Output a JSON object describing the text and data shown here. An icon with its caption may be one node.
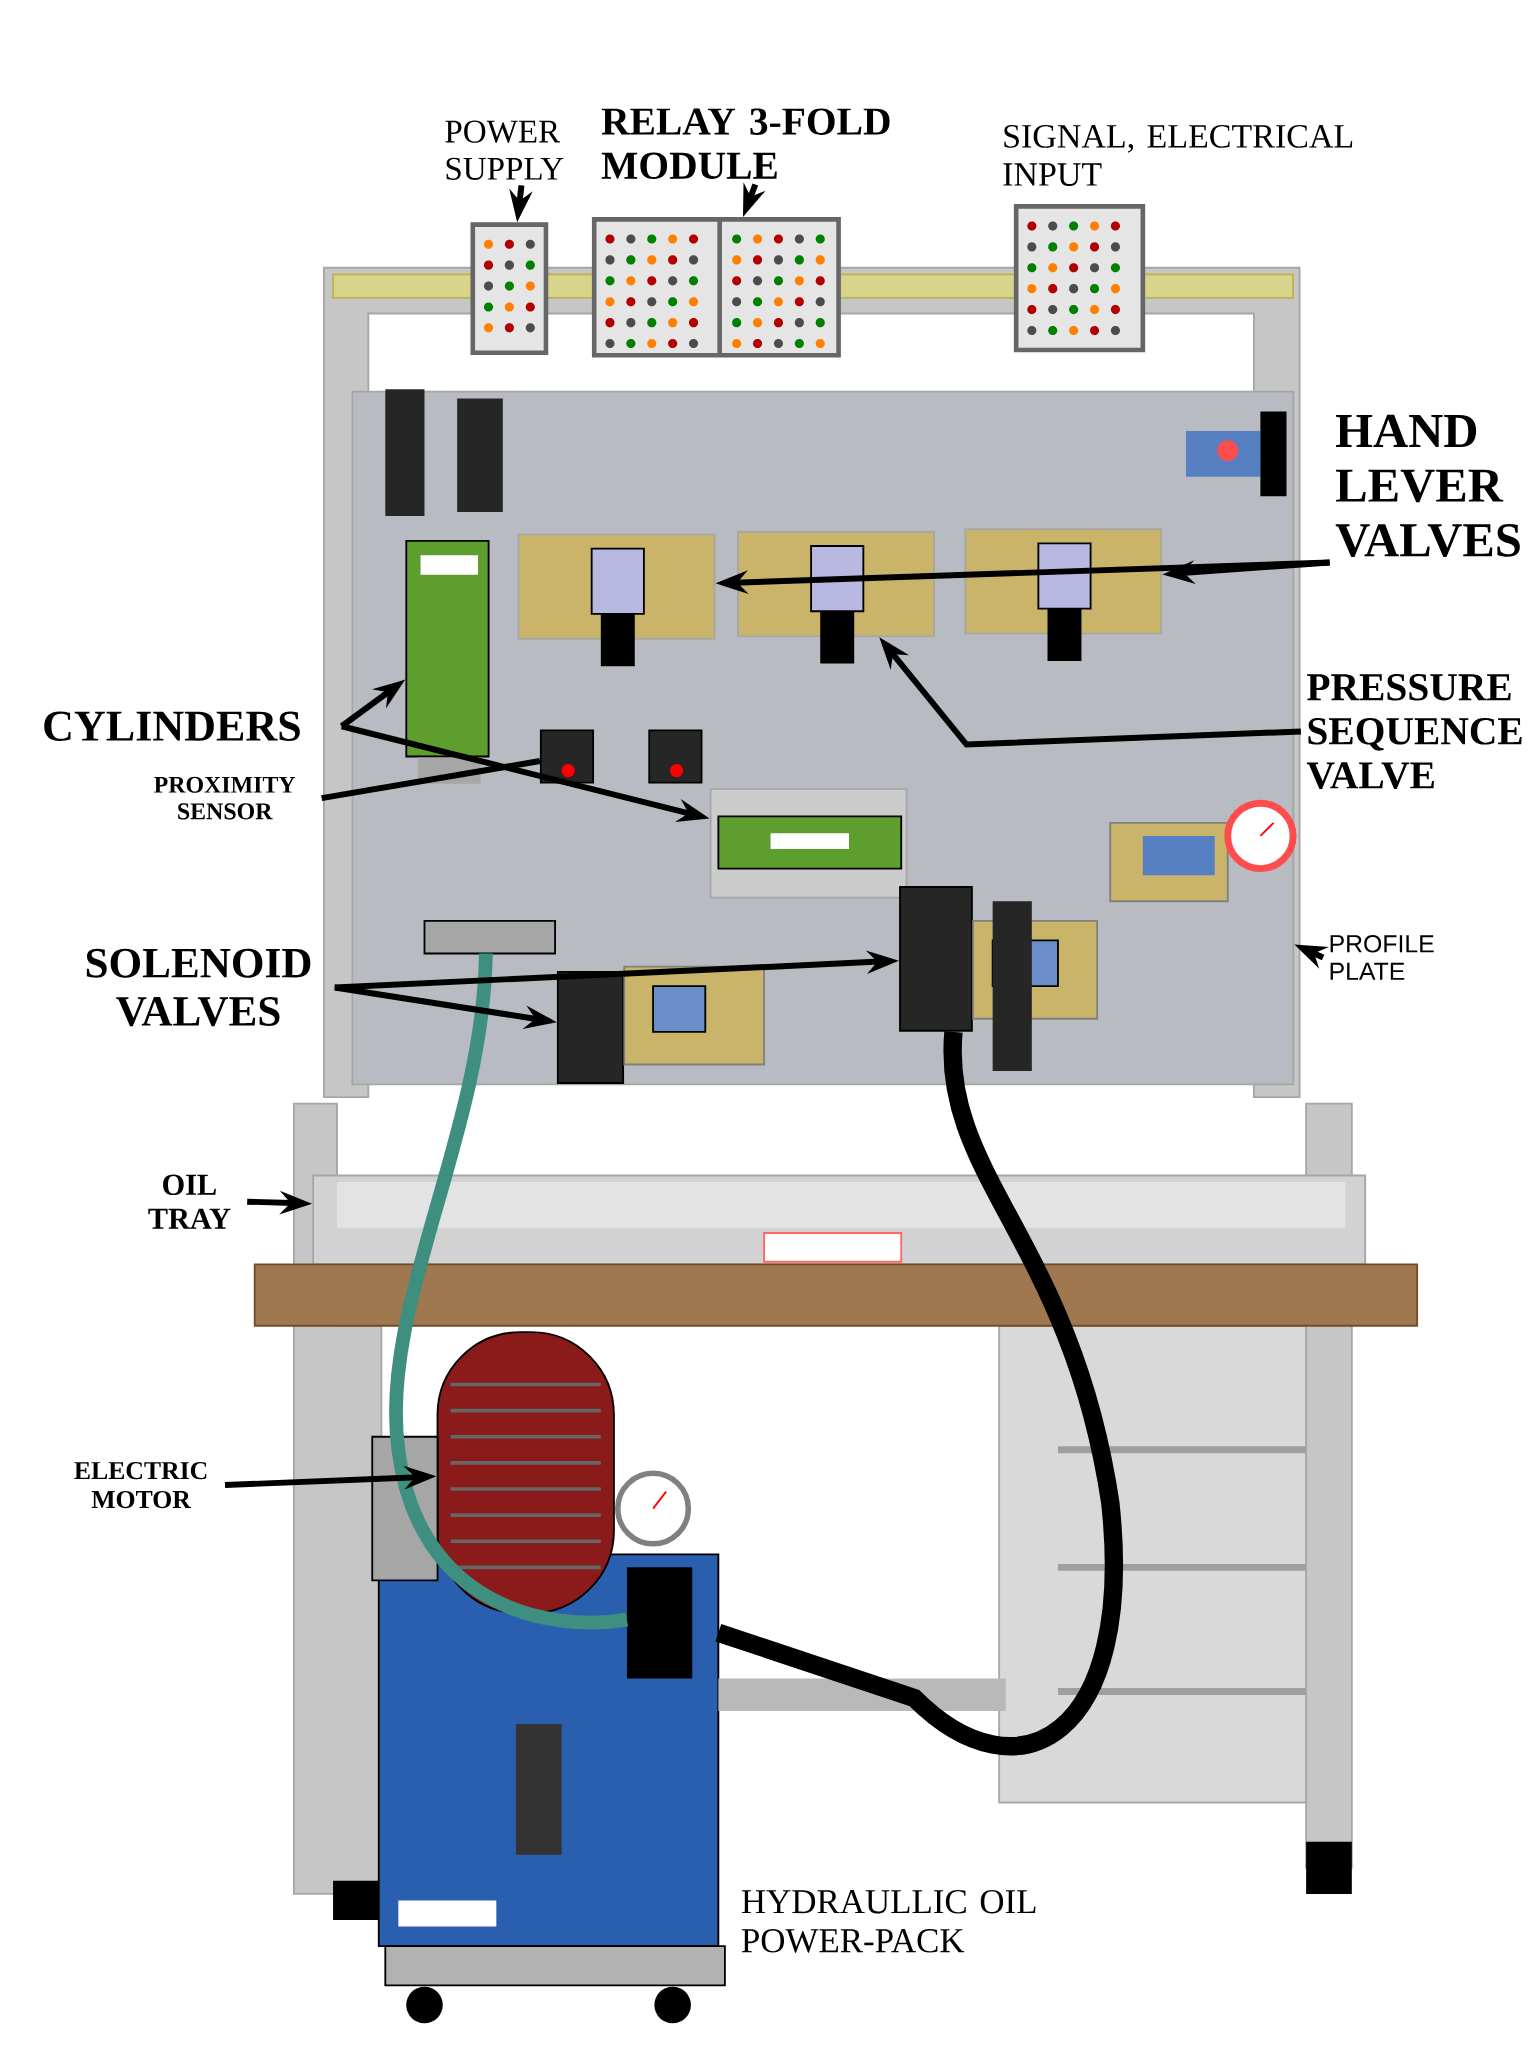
{
  "diagram": {
    "nodes": [
      {
        "text": [
          "POWER SUPPLY"
        ]
      },
      {
        "text": [
          "RELAY 3-FOLD MODULE"
        ]
      },
      {
        "text": [
          "HAND LEVER VALVES"
        ]
      },
      {
        "text": [
          "PRESSURE SEQUENCE VALVE"
        ]
      },
      {
        "text": [
          "CYLINDERS"
        ]
      },
      {
        "text": [
          "PROXIMITY SENSOR"
        ]
      },
      {
        "text": [
          "SOLENOID VALVES"
        ]
      },
      {
        "text": [
          "PROFILE PLATE"
        ]
      },
      {
        "text": [
          "OIL TRAY"
        ]
      },
      {
        "text": [
          "ELECTRIC MOTOR"
        ]
      },
      {
        "text": [],
        "shape": "picture"
      },
      {
        "text": [],
        "shape": "picture"
      },
      {
        "text": [],
        "shape": "picture"
      },
      {
        "text": [],
        "shape": "picture",
        "in": 10
      },
      {
        "text": [],
        "shape": "picture",
        "in": 10
      },
      {
        "text": [],
        "shape": "picture",
        "in": 10
      },
      {
        "text": [],
        "shape": "picture",
        "in": 10
      },
      {
        "text": [],
        "shape": "picture",
        "in": 10
      },
      {
        "text": [],
        "shape": "picture",
        "in": 10
      },
      {
        "text": [],
        "shape": "picture",
        "in": 10
      },
      {
        "text": [],
        "shape": "picture",
        "in": 10
      },
      {
        "text": [],
        "shape": "picture"
      },
      {
        "text": [],
        "shape": "picture"
      },
      {
        "text": [],
        "shape": "picture",
        "in": 10
      }
    ],
    "edges": [
      {
        "from": 0,
        "to": 11,
        "arrow": "to"
      },
      {
        "from": 1,
        "to": 12,
        "arrow": "to"
      },
      {
        "from": 2,
        "to": 13,
        "arrow": "to"
      },
      {
        "from": 2,
        "to": 15,
        "arrow": "to"
      },
      {
        "from": 3,
        "to": 14,
        "arrow": "to"
      },
      {
        "from": 4,
        "to": 16,
        "arrow": "to"
      },
      {
        "from": 4,
        "to": 18,
        "arrow": "to"
      },
      {
        "from": 5,
        "to": 17,
        "arrow": "none"
      },
      {
        "from": 6,
        "to": 20,
        "arrow": "to"
      },
      {
        "from": 6,
        "to": 19,
        "arrow": "to"
      },
      {
        "from": 7,
        "to": 10,
        "arrow": "to"
      },
      {
        "from": 8,
        "to": 21,
        "arrow": "to"
      },
      {
        "from": 9,
        "to": 22,
        "arrow": "to"
      }
    ],
    "labels": [
      "SIGNAL, ELECTRICAL INPUT",
      "HYDRAULLIC OIL POWER-PACK"
    ]
  }
}
